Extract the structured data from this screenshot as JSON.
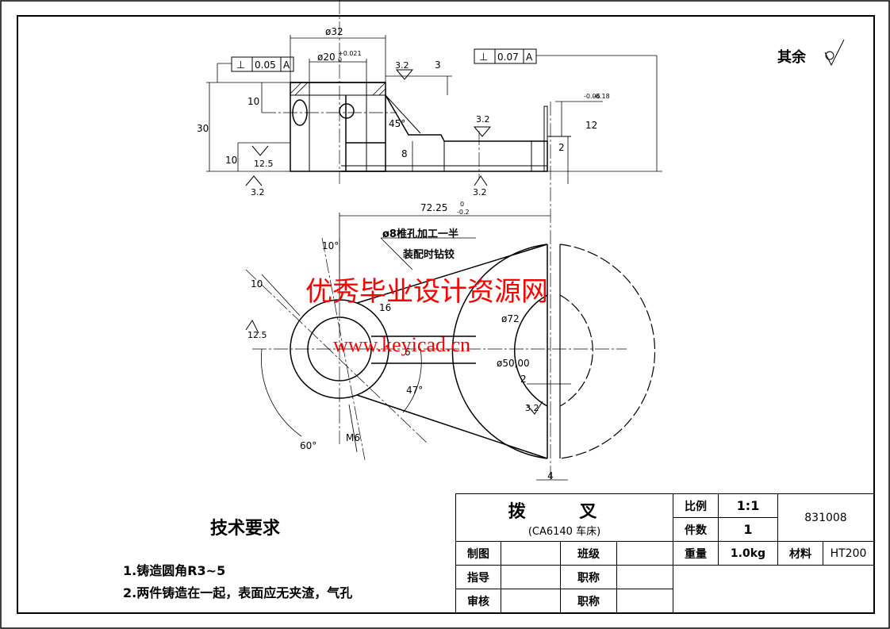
{
  "drawing": {
    "surface_finish_rest": "其余",
    "dims_top": {
      "d32": "ø32",
      "d20": "ø20",
      "d20_tol": "+0.021",
      "d20_tol_low": "0",
      "three": "3",
      "ten_a": "10",
      "thirty": "30",
      "ten_b": "10",
      "eight": "8",
      "two": "2",
      "twelve": "12",
      "twelve_tol_hi": "-0.06",
      "twelve_tol_lo": "-0.18",
      "angle45": "45°"
    },
    "tolerance_frames": [
      {
        "symbol": "⊥",
        "value": "0.05",
        "datum": "A"
      },
      {
        "symbol": "⊥",
        "value": "0.07",
        "datum": "A"
      }
    ],
    "roughness": {
      "r1": "3.2",
      "r2": "3.2",
      "r3": "12.5",
      "r4": "3.2",
      "r5": "3.2",
      "r6": "12.5",
      "r7": "3.2"
    },
    "dims_bottom": {
      "length": "72.25",
      "length_tol_hi": "0",
      "length_tol_lo": "-0.2",
      "angle10": "10°",
      "ten": "10",
      "sixteen": "16",
      "d72": "ø72",
      "d50": "ø50,00",
      "two": "2",
      "angle47": "47°",
      "angle60": "60°",
      "m6": "M6",
      "four": "4",
      "sixcap": "6"
    },
    "notes": {
      "line1": "ø8椎孔加工一半",
      "line2": "装配时钻铰"
    },
    "watermark": {
      "title": "优秀毕业设计资源网",
      "url": "www.keyicad.cn"
    }
  },
  "tech_requirements": {
    "title": "技术要求",
    "items": [
      "1.铸造圆角R3~5",
      "2.两件铸造在一起，表面应无夹渣，气孔"
    ]
  },
  "title_block": {
    "part_name": "拨 叉",
    "subtitle": "(CA6140 车床)",
    "scale_label": "比例",
    "scale_value": "1:1",
    "qty_label": "件数",
    "qty_value": "1",
    "drawing_number": "831008",
    "weight_label": "重量",
    "weight_value": "1.0kg",
    "material_label": "材料",
    "material_value": "HT200",
    "draw_label": "制图",
    "class_label": "班级",
    "guide_label": "指导",
    "title_label1": "职称",
    "review_label": "审核",
    "title_label2": "职称"
  }
}
